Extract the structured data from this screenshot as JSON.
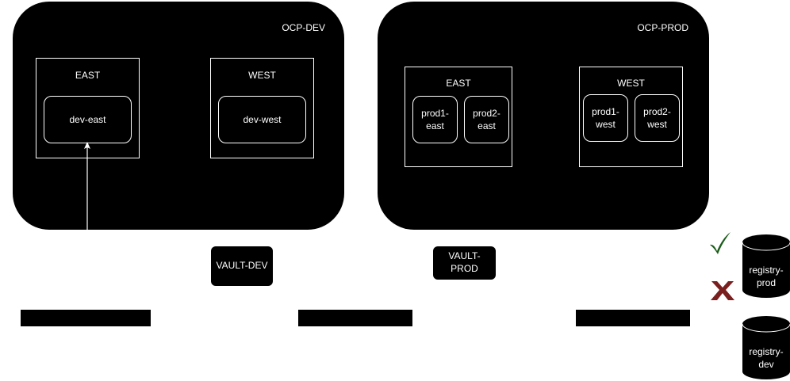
{
  "clusters": {
    "dev": {
      "title": "OCP-DEV",
      "regions": {
        "east": {
          "title": "EAST",
          "node": "dev-east"
        },
        "west": {
          "title": "WEST",
          "node": "dev-west"
        }
      }
    },
    "prod": {
      "title": "OCP-PROD",
      "regions": {
        "east": {
          "title": "EAST",
          "nodes": [
            "prod1-\neast",
            "prod2-\neast"
          ]
        },
        "west": {
          "title": "WEST",
          "nodes": [
            "prod1-\nwest",
            "prod2-\nwest"
          ]
        }
      }
    }
  },
  "vaults": {
    "dev": "VAULT-DEV",
    "prod": "VAULT-\nPROD"
  },
  "registries": {
    "prod": {
      "label": "registry-\nprod",
      "status_allowed": "check-icon",
      "status_denied": "cross-icon"
    },
    "dev": {
      "label": "registry-\ndev"
    }
  },
  "colors": {
    "fill": "#000000",
    "stroke": "#ffffff",
    "check": "#1a5c1a",
    "cross": "#7a1f1f"
  }
}
